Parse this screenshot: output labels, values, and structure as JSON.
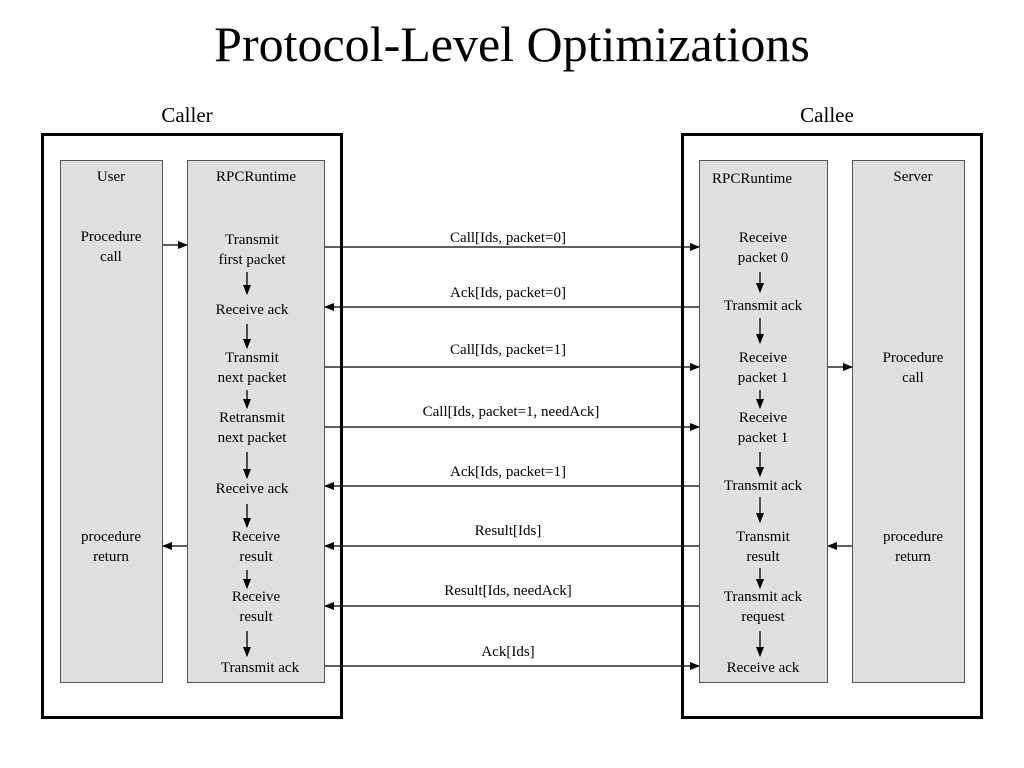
{
  "title": "Protocol-Level Optimizations",
  "caller": {
    "label": "Caller",
    "user": {
      "header": "User",
      "steps": [
        "Procedure\ncall",
        "procedure\nreturn"
      ]
    },
    "runtime": {
      "header": "RPCRuntime",
      "steps": [
        "Transmit\nfirst packet",
        "Receive ack",
        "Transmit\nnext packet",
        "Retransmit\nnext packet",
        "Receive ack",
        "Receive\nresult",
        "Receive\nresult",
        "Transmit ack"
      ]
    }
  },
  "callee": {
    "label": "Callee",
    "runtime": {
      "header": "RPCRuntime",
      "steps": [
        "Receive\npacket 0",
        "Transmit ack",
        "Receive\npacket 1",
        "Receive\npacket 1",
        "Transmit ack",
        "Transmit\nresult",
        "Transmit ack\nrequest",
        "Receive ack"
      ]
    },
    "server": {
      "header": "Server",
      "steps": [
        "Procedure\ncall",
        "procedure\nreturn"
      ]
    }
  },
  "messages": [
    {
      "label": "Call[Ids, packet=0]",
      "direction": "to-callee"
    },
    {
      "label": "Ack[Ids, packet=0]",
      "direction": "to-caller"
    },
    {
      "label": "Call[Ids, packet=1]",
      "direction": "to-callee"
    },
    {
      "label": "Call[Ids, packet=1, needAck]",
      "direction": "to-callee"
    },
    {
      "label": "Ack[Ids, packet=1]",
      "direction": "to-caller"
    },
    {
      "label": "Result[Ids]",
      "direction": "to-caller"
    },
    {
      "label": "Result[Ids, needAck]",
      "direction": "to-caller"
    },
    {
      "label": "Ack[Ids]",
      "direction": "to-callee"
    }
  ]
}
